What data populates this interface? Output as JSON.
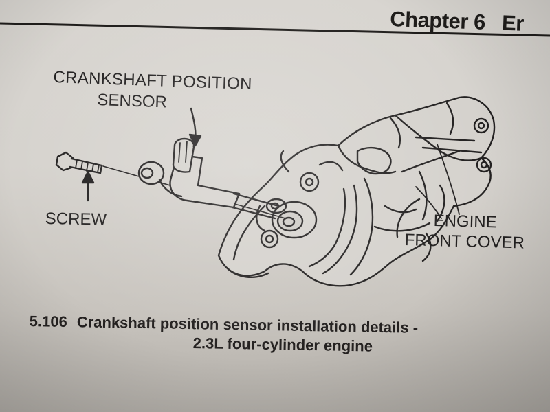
{
  "header": {
    "chapter_label": "Chapter 6",
    "chapter_suffix": "Er"
  },
  "figure": {
    "labels": {
      "sensor_line1": "CRANKSHAFT POSITION",
      "sensor_line2": "SENSOR",
      "screw": "SCREW",
      "cover_line1": "ENGINE",
      "cover_line2": "FRONT COVER"
    },
    "caption": {
      "number": "5.106",
      "line1": "Crankshaft position sensor installation details -",
      "line2": "2.3L four-cylinder engine"
    }
  },
  "colors": {
    "ink": "#222020",
    "paper": "#d6d3ce"
  }
}
